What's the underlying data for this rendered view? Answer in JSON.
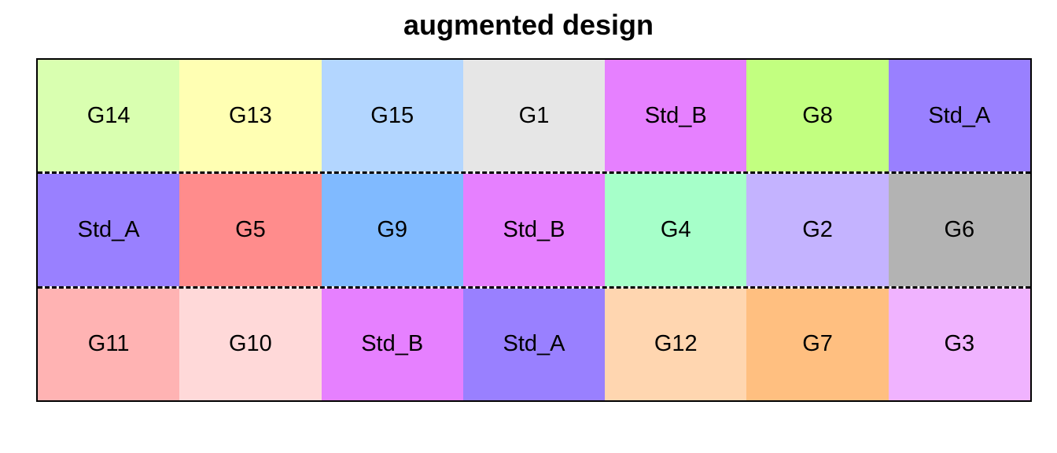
{
  "title": "augmented design",
  "rows": [
    [
      {
        "label": "G14",
        "color": "#D9FFB0"
      },
      {
        "label": "G13",
        "color": "#FFFFB3"
      },
      {
        "label": "G15",
        "color": "#B3D6FF"
      },
      {
        "label": "G1",
        "color": "#E6E6E6"
      },
      {
        "label": "Std_B",
        "color": "#E680FF"
      },
      {
        "label": "G8",
        "color": "#C2FF80"
      },
      {
        "label": "Std_A",
        "color": "#9980FF"
      }
    ],
    [
      {
        "label": "Std_A",
        "color": "#9980FF"
      },
      {
        "label": "G5",
        "color": "#FF8C8C"
      },
      {
        "label": "G9",
        "color": "#80BAFF"
      },
      {
        "label": "Std_B",
        "color": "#E680FF"
      },
      {
        "label": "G4",
        "color": "#A6FFC9"
      },
      {
        "label": "G2",
        "color": "#C4B3FF"
      },
      {
        "label": "G6",
        "color": "#B3B3B3"
      }
    ],
    [
      {
        "label": "G11",
        "color": "#FFB3B3"
      },
      {
        "label": "G10",
        "color": "#FFD9D9"
      },
      {
        "label": "Std_B",
        "color": "#E680FF"
      },
      {
        "label": "Std_A",
        "color": "#9980FF"
      },
      {
        "label": "G12",
        "color": "#FFD6B0"
      },
      {
        "label": "G7",
        "color": "#FFBF80"
      },
      {
        "label": "G3",
        "color": "#F0B3FF"
      }
    ]
  ]
}
